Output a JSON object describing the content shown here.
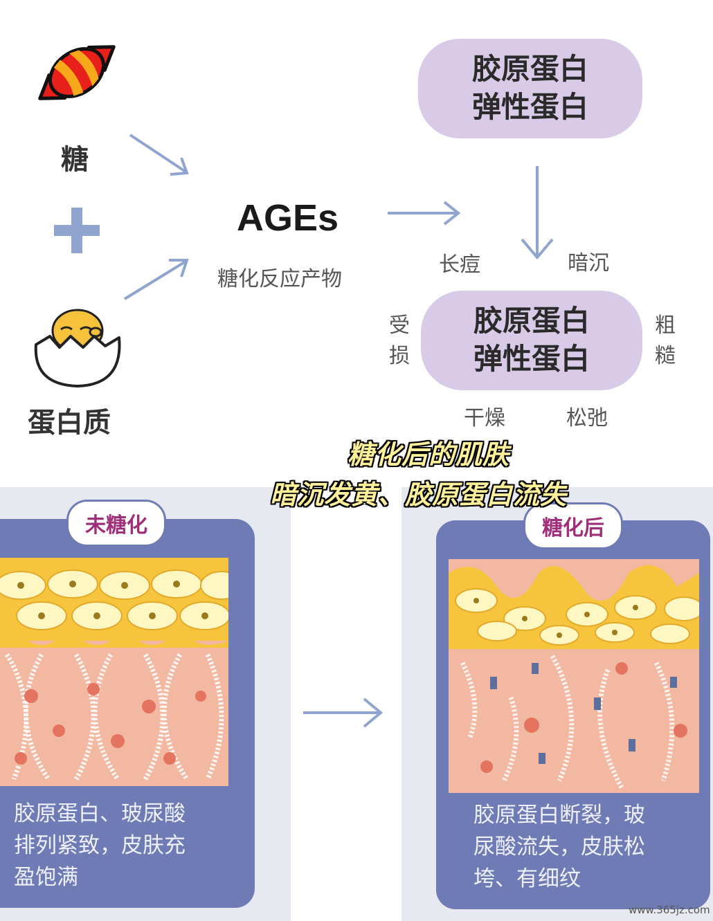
{
  "inputs": {
    "sugar_label": "糖",
    "plus_sign": "+",
    "protein_label": "蛋白质"
  },
  "ages": {
    "title": "AGEs",
    "subtitle": "糖化反应产物"
  },
  "pill_top": {
    "line1": "胶原蛋白",
    "line2": "弹性蛋白"
  },
  "pill_bottom": {
    "line1": "胶原蛋白",
    "line2": "弹性蛋白"
  },
  "effects": {
    "acne": "长痘",
    "dull": "暗沉",
    "damaged": [
      "受",
      "损"
    ],
    "rough": [
      "粗",
      "糙"
    ],
    "dry": "干燥",
    "loose": "松弛"
  },
  "caption": {
    "line1": "糖化后的肌肤",
    "line2": "暗沉发黄、胶原蛋白流失"
  },
  "panel_left": {
    "tag": "未糖化",
    "text": "胶原蛋白、玻尿酸\n排列紧致，皮肤充\n盈饱满"
  },
  "panel_right": {
    "tag": "糖化后",
    "text": "胶原蛋白断裂，玻\n尿酸流失，皮肤松\n垮、有细纹"
  },
  "watermark": "www.365jz.com",
  "colors": {
    "arrow": "#8fa5cf",
    "pill": "#d9cbe8",
    "card": "#6f7bb4",
    "skin": "#f2b8a2",
    "fat": "#f7c53d",
    "tag_text": "#a02f7a",
    "caption_text": "#fff09a"
  },
  "icons": [
    "candy-icon",
    "egg-icon",
    "plus-icon",
    "arrow-icon"
  ]
}
